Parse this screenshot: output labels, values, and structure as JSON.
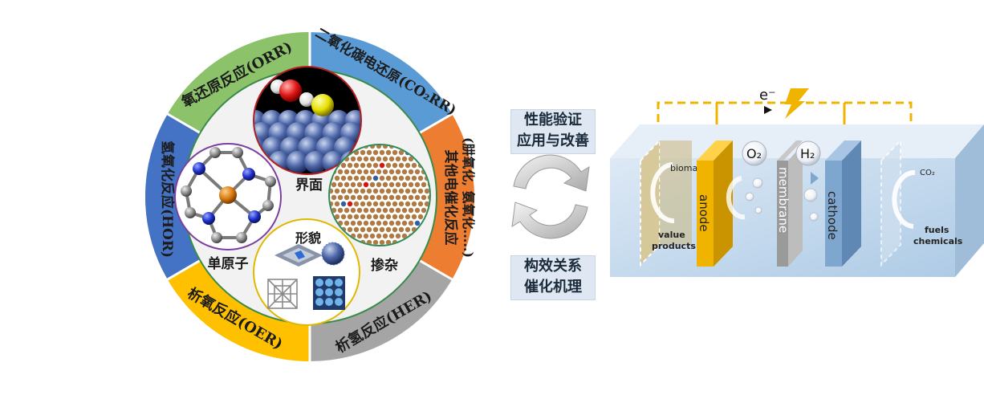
{
  "wheel": {
    "sectors": {
      "orr": "氧还原反应(ORR)",
      "co2rr": "二氧化碳电还原(CO₂RR)",
      "other_line1": "其他电催化反应",
      "other_line2": "(肼氧化, 氨氧化.....)",
      "her": "析氢反应(HER)",
      "oer": "析氧反应(OER)",
      "hor": "氢氧化反应(HOR)"
    },
    "inner": {
      "interface": "界面",
      "single_atom": "单原子",
      "doping": "掺杂",
      "morphology": "形貌"
    }
  },
  "middle": {
    "top_line1": "性能验证",
    "top_line2": "应用与改善",
    "bottom_line1": "构效关系",
    "bottom_line2": "催化机理"
  },
  "cell": {
    "electron": "e⁻",
    "o2": "O₂",
    "h2": "H₂",
    "anode": "anode",
    "membrane": "membrane",
    "cathode": "cathode",
    "biomass": "biomass",
    "value_products_1": "value",
    "value_products_2": "products",
    "co2": "CO₂",
    "fuels": "fuels",
    "chemicals": "chemicals"
  },
  "colors": {
    "orr": "#8cc36a",
    "co2rr": "#5b9bd5",
    "other": "#ed7d31",
    "her": "#a5a5a5",
    "oer": "#ffc000",
    "hor": "#4472c4",
    "anode": "#f0b400",
    "cathode": "#7ea6cf",
    "membrane": "#9a9a9a"
  }
}
